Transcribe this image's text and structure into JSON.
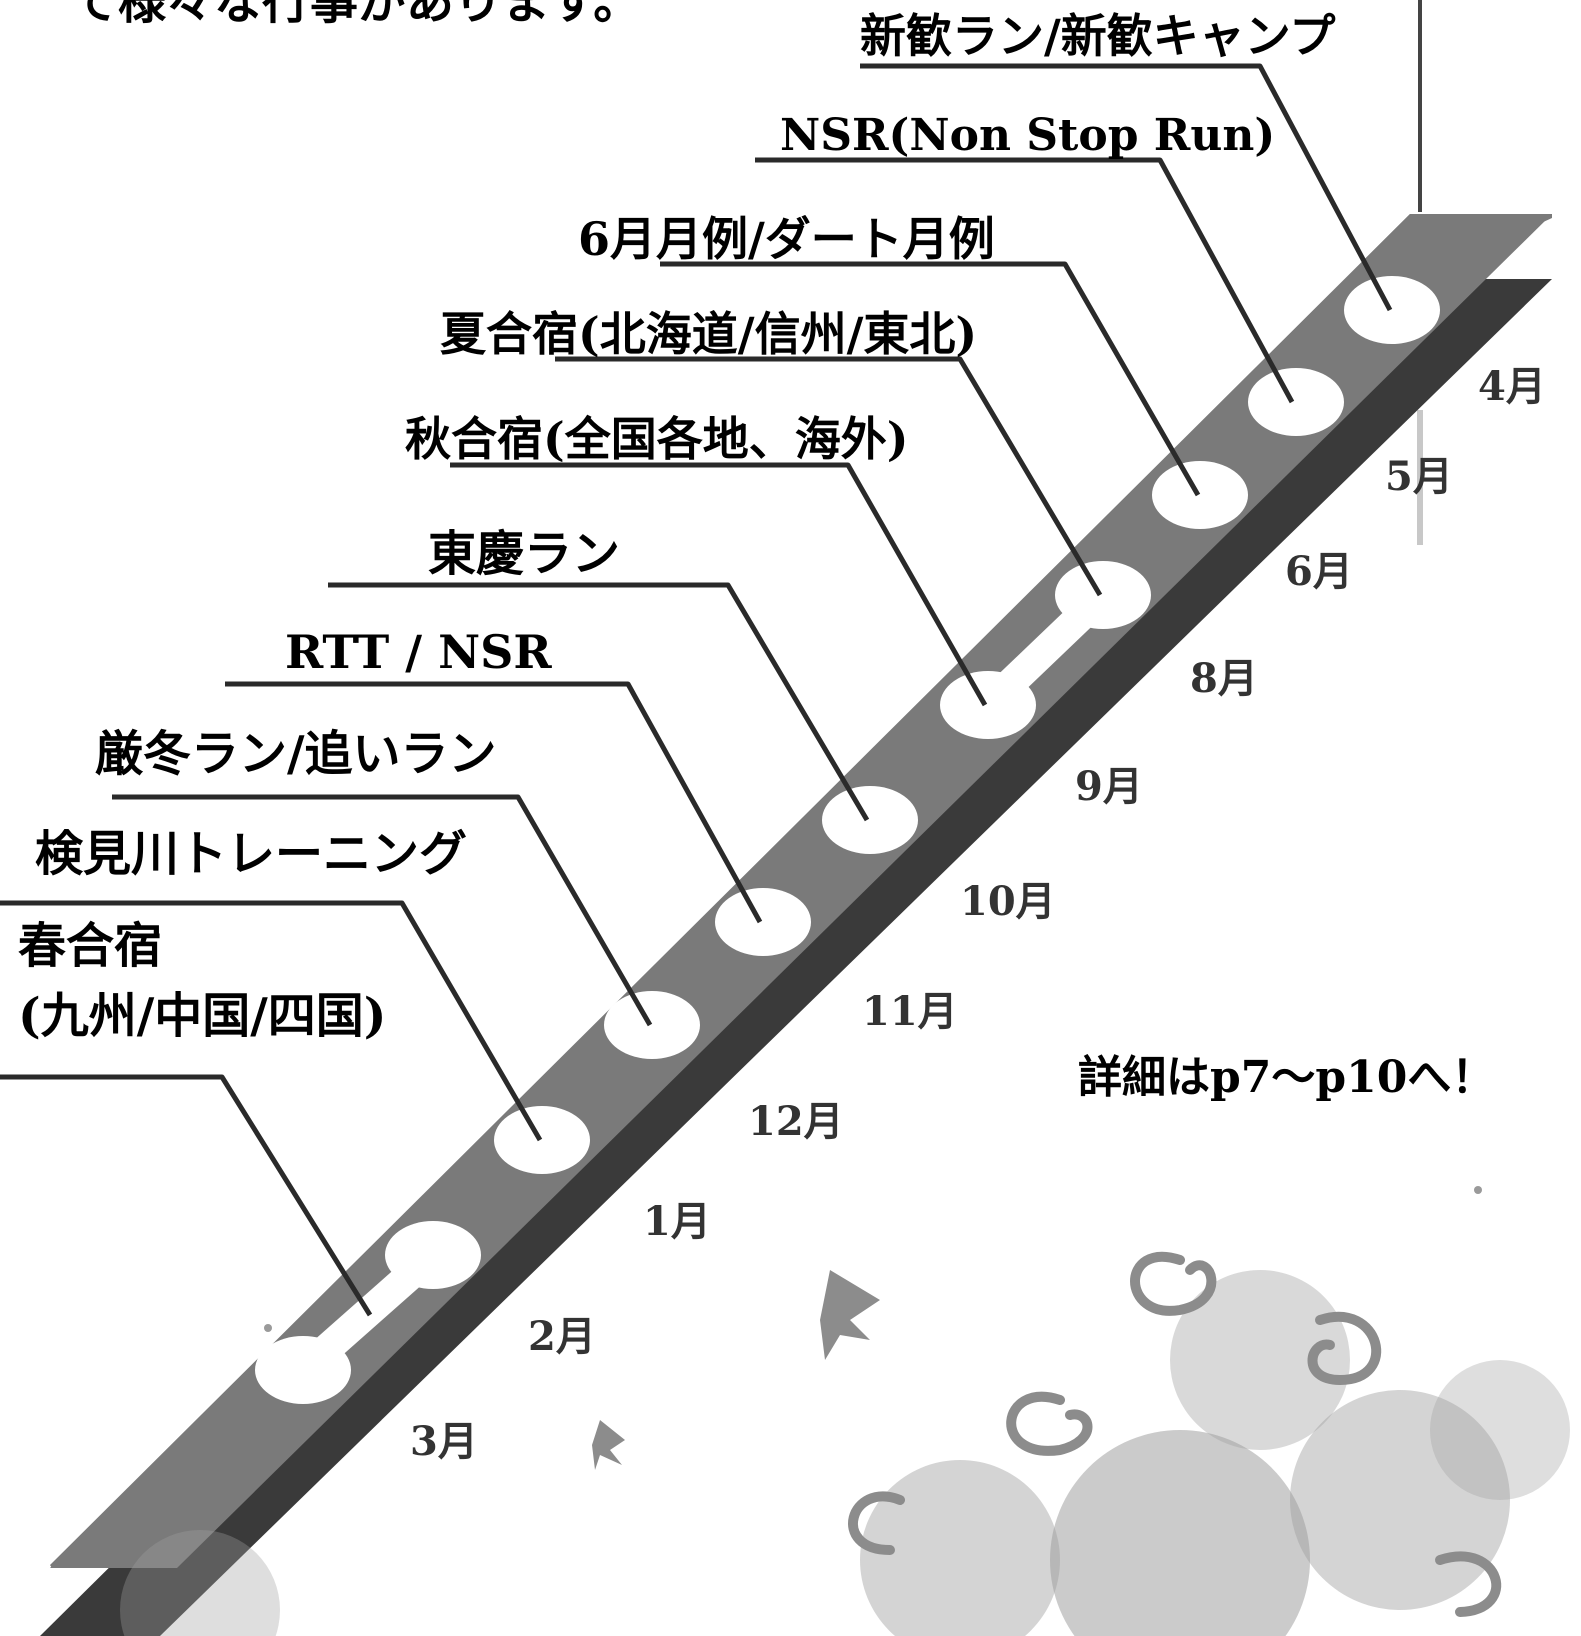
{
  "intro_text": "て様々な行事があります。",
  "months": [
    "4月",
    "5月",
    "6月",
    "8月",
    "9月",
    "10月",
    "11月",
    "12月",
    "1月",
    "2月",
    "3月"
  ],
  "events": [
    {
      "month": "4月",
      "lines": [
        "新歓ラン/新歓キャンプ"
      ]
    },
    {
      "month": "5月",
      "lines": [
        "NSR(Non Stop Run)"
      ]
    },
    {
      "month": "6月",
      "lines": [
        "6月月例/ダート月例"
      ]
    },
    {
      "month": "8月",
      "lines": [
        "夏合宿(北海道/信州/東北)"
      ]
    },
    {
      "month": "9月",
      "lines": [
        "秋合宿(全国各地、海外)"
      ]
    },
    {
      "month": "10月",
      "lines": [
        "東慶ラン"
      ]
    },
    {
      "month": "11月",
      "lines": [
        "RTT / NSR"
      ]
    },
    {
      "month": "12月",
      "lines": [
        "厳冬ラン/追いラン"
      ]
    },
    {
      "month": "1月",
      "lines": [
        "検見川トレーニング"
      ]
    },
    {
      "month": "3月",
      "lines": [
        "春合宿",
        "(九州/中国/四国)"
      ]
    }
  ],
  "note": "詳細はp7～p10へ！",
  "colors": {
    "band_top": "#7a7a7a",
    "band_side": "#3a3a3a",
    "slot": "#ffffff",
    "leader": "#2a2a2a",
    "decoration": "#a0a0a0"
  }
}
